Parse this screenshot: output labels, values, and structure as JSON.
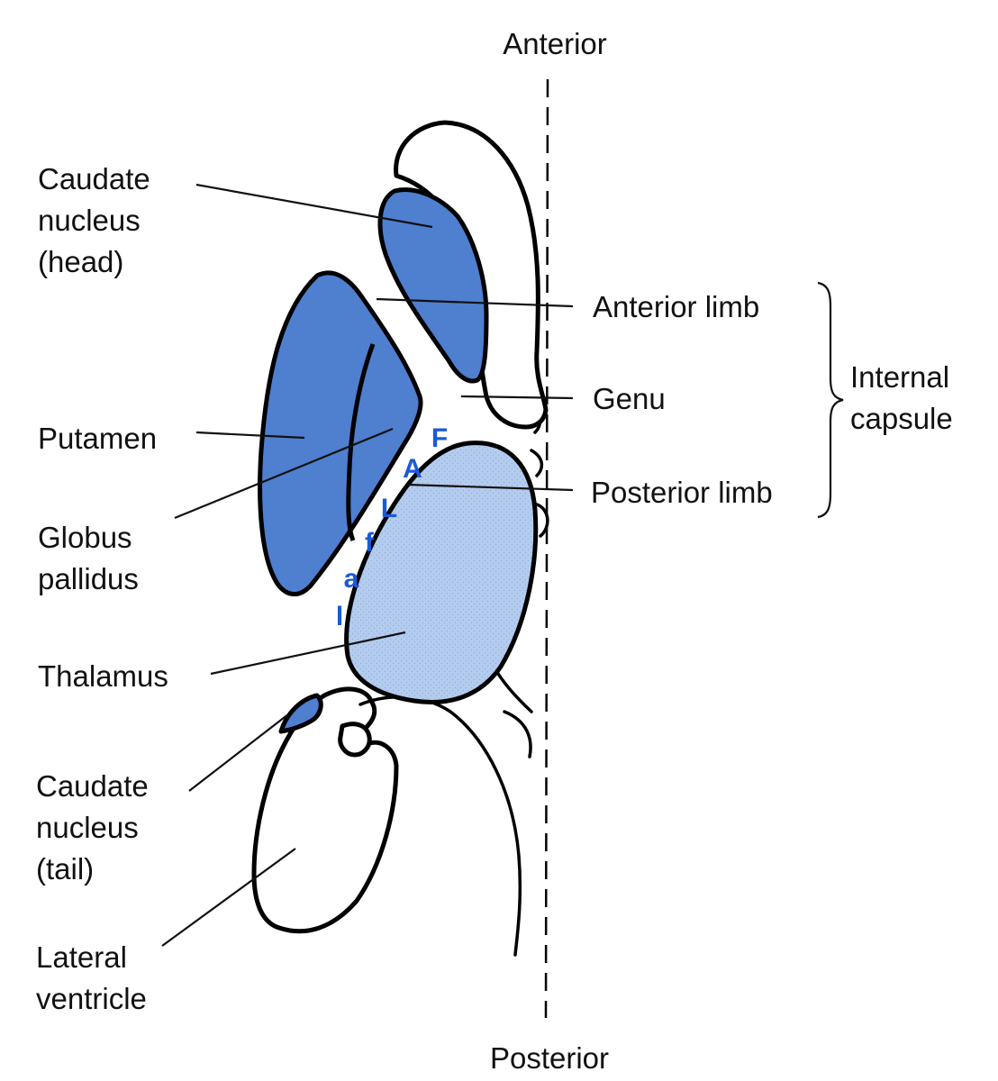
{
  "orientation": {
    "top": "Anterior",
    "bottom": "Posterior"
  },
  "labels": {
    "caudate_head": [
      "Caudate",
      "nucleus",
      "(head)"
    ],
    "putamen": [
      "Putamen"
    ],
    "globus_pallidus": [
      "Globus",
      "pallidus"
    ],
    "thalamus": [
      "Thalamus"
    ],
    "caudate_tail": [
      "Caudate",
      "nucleus",
      "(tail)"
    ],
    "lateral_ventricle": [
      "Lateral",
      "ventricle"
    ],
    "anterior_limb": [
      "Anterior limb"
    ],
    "genu": [
      "Genu"
    ],
    "posterior_limb": [
      "Posterior limb"
    ],
    "internal_capsule": [
      "Internal",
      "capsule"
    ]
  },
  "fiber_letters": [
    "F",
    "A",
    "L",
    "f",
    "a",
    "l"
  ],
  "colors": {
    "deep_blue": "#4f7fcf",
    "light_blue": "#b4ccee",
    "letter_blue": "#1a5ad8",
    "outline": "#000000"
  }
}
